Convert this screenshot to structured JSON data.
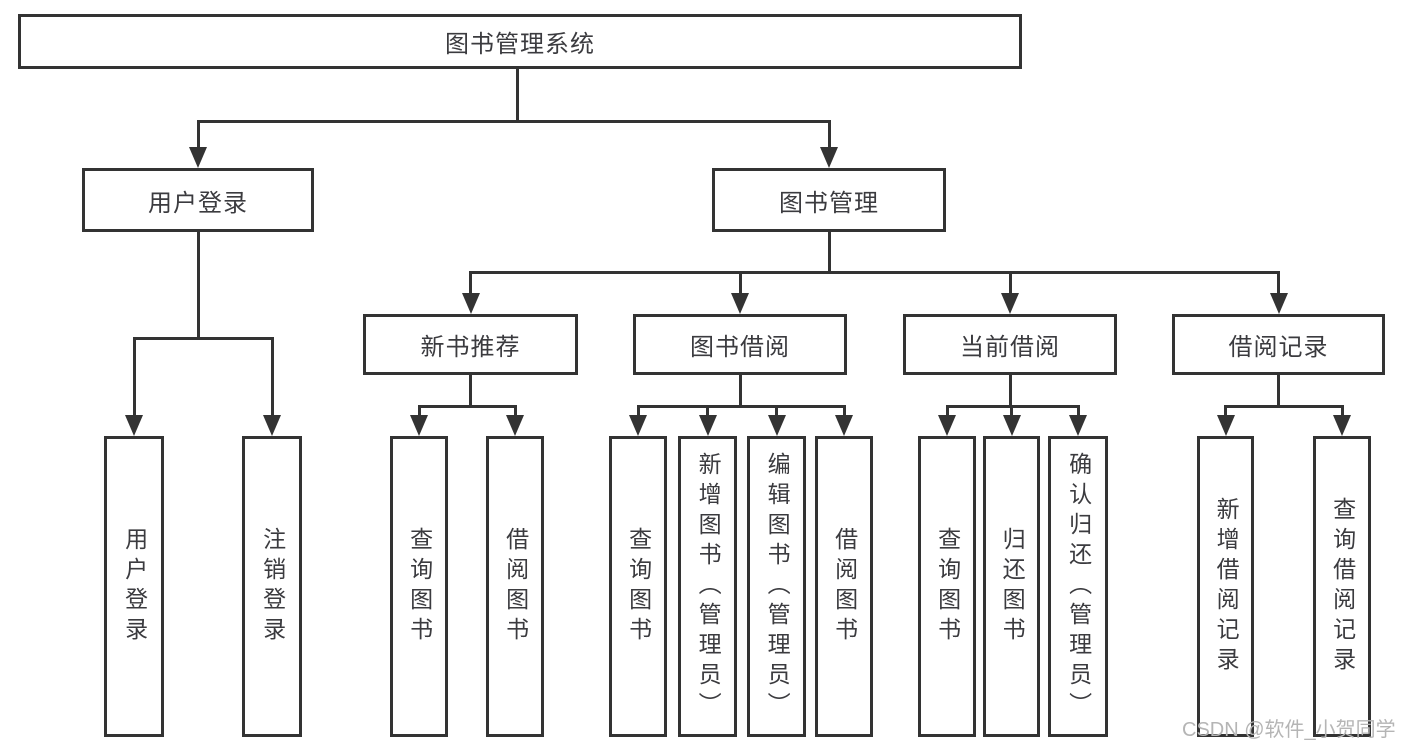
{
  "tree": {
    "root": "图书管理系统",
    "branches": [
      {
        "label": "用户登录",
        "children": [
          {
            "label": "用户登录"
          },
          {
            "label": "注销登录"
          }
        ]
      },
      {
        "label": "图书管理",
        "children": [
          {
            "label": "新书推荐",
            "children": [
              {
                "label": "查询图书"
              },
              {
                "label": "借阅图书"
              }
            ]
          },
          {
            "label": "图书借阅",
            "children": [
              {
                "label": "查询图书"
              },
              {
                "label": "新增图书（管理员）"
              },
              {
                "label": "编辑图书（管理员）"
              },
              {
                "label": "借阅图书"
              }
            ]
          },
          {
            "label": "当前借阅",
            "children": [
              {
                "label": "查询图书"
              },
              {
                "label": "归还图书"
              },
              {
                "label": "确认归还（管理员）"
              }
            ]
          },
          {
            "label": "借阅记录",
            "children": [
              {
                "label": "新增借阅记录"
              },
              {
                "label": "查询借阅记录"
              }
            ]
          }
        ]
      }
    ]
  },
  "watermark": {
    "text": "CSDN @软件_小贺同学"
  },
  "colors": {
    "line": "#333333",
    "text": "#3b3b3f",
    "watermark": "#b5b5b5",
    "background": "#ffffff"
  }
}
